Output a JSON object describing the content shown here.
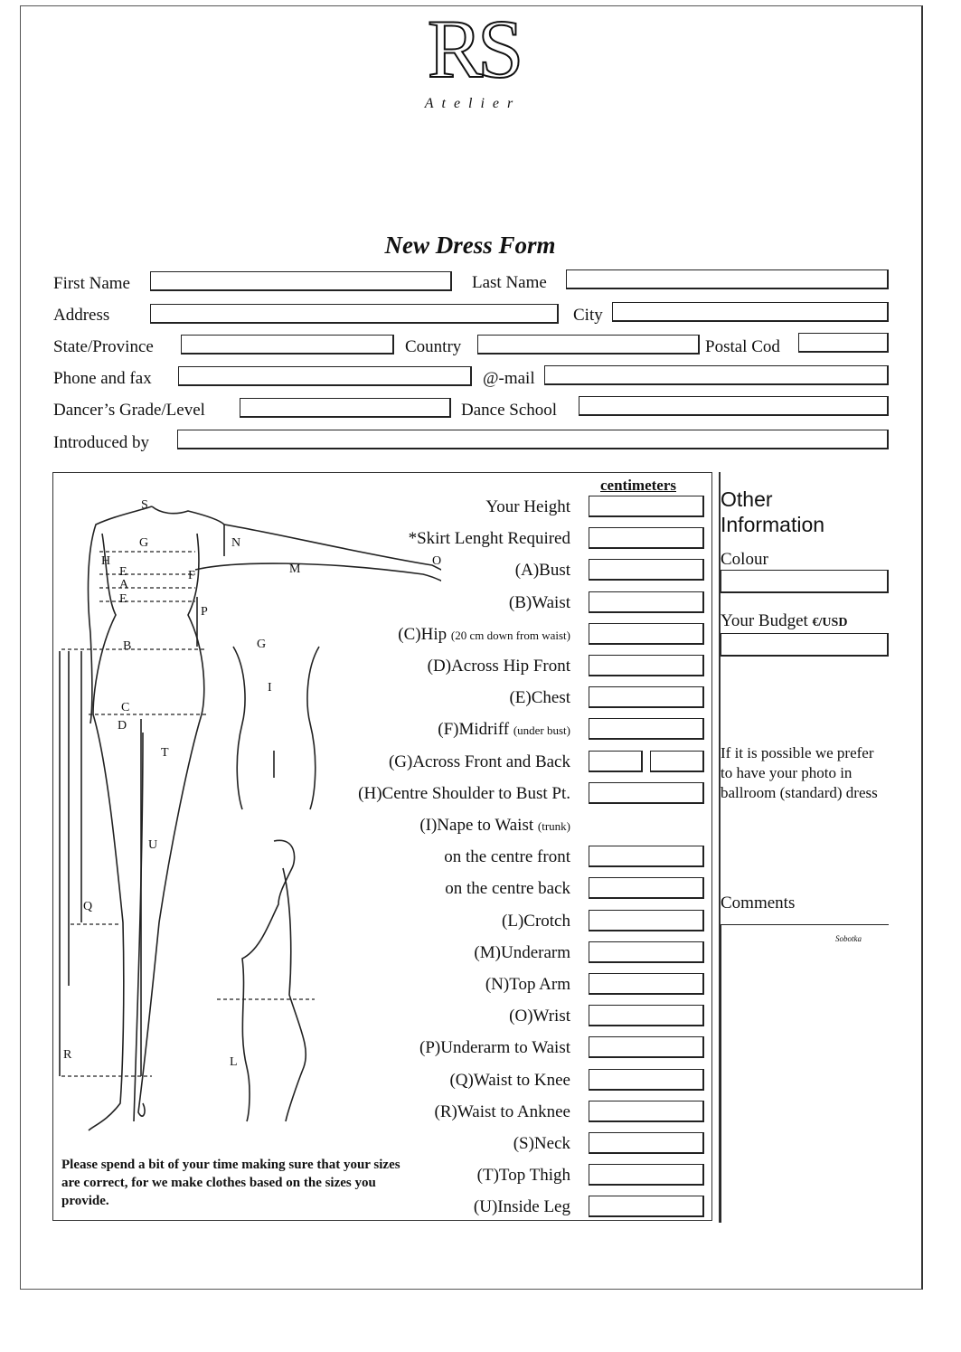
{
  "brand": {
    "logo": "RS",
    "subtitle": "Atelier"
  },
  "form": {
    "title": "New Dress Form",
    "first_name": "First Name",
    "last_name": "Last Name",
    "address": "Address",
    "city": "City",
    "state": "State/Province",
    "country": "Country",
    "postal": "Postal Cod",
    "phone": "Phone and fax",
    "email": "@-mail",
    "grade": "Dancer’s Grade/Level",
    "school": "Dance School",
    "introduced": "Introduced by"
  },
  "measurements": {
    "unit_header": "centimeters",
    "items": [
      {
        "label": "Your Height"
      },
      {
        "label": "*Skirt Lenght Required"
      },
      {
        "label": "(A)Bust"
      },
      {
        "label": "(B)Waist"
      },
      {
        "label": "(C)Hip",
        "note": "(20 cm down from waist)"
      },
      {
        "label": "(D)Across Hip Front"
      },
      {
        "label": "(E)Chest"
      },
      {
        "label": "(F)Midriff",
        "note": "(under bust)"
      },
      {
        "label": "(G)Across Front and Back"
      },
      {
        "label": "(H)Centre Shoulder to Bust Pt."
      },
      {
        "label": "(I)Nape to Waist",
        "note": "(trunk)"
      },
      {
        "label": "on the centre front"
      },
      {
        "label": "on the centre back"
      },
      {
        "label": "(L)Crotch"
      },
      {
        "label": "(M)Underarm"
      },
      {
        "label": "(N)Top Arm"
      },
      {
        "label": "(O)Wrist"
      },
      {
        "label": "(P)Underarm to Waist"
      },
      {
        "label": "(Q)Waist to Knee"
      },
      {
        "label": "(R)Waist to Anknee"
      },
      {
        "label": "(S)Neck"
      },
      {
        "label": "(T)Top Thigh"
      },
      {
        "label": "(U)Inside Leg"
      }
    ]
  },
  "other": {
    "title_line1": "Other",
    "title_line2": "Information",
    "colour": "Colour",
    "budget": "Your Budget",
    "budget_unit": "€/USD",
    "photo_note": "If it is possible we prefer to have your photo in ballroom (standard) dress",
    "comments": "Comments",
    "comments_mark": "Sobotka"
  },
  "footer_note": "Please spend a bit of your time making sure that your sizes are correct, for we make clothes based on the sizes you provide.",
  "diagram_letters": [
    "S",
    "G",
    "H",
    "N",
    "E",
    "A",
    "E",
    "F",
    "M",
    "O",
    "P",
    "B",
    "G",
    "I",
    "C",
    "D",
    "T",
    "U",
    "Q",
    "R",
    "L"
  ]
}
